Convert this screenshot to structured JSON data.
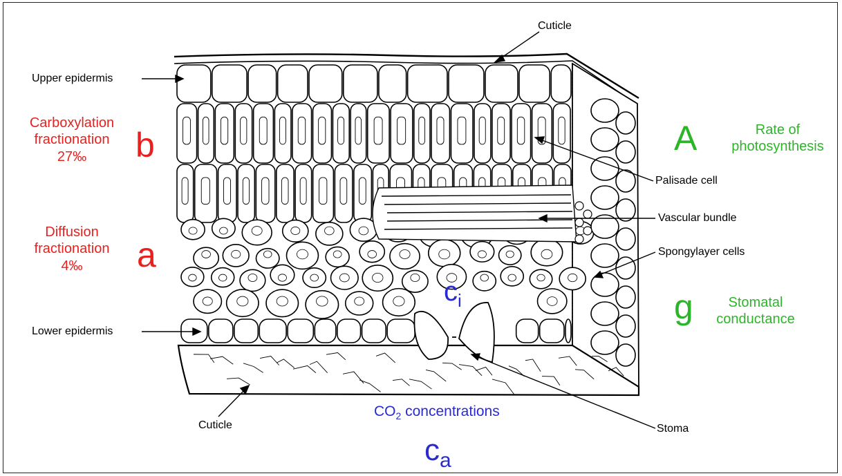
{
  "labels": {
    "cuticle_top": "Cuticle",
    "upper_epidermis": "Upper epidermis",
    "lower_epidermis": "Lower epidermis",
    "cuticle_bottom": "Cuticle",
    "palisade_cell": "Palisade cell",
    "vascular_bundle": "Vascular bundle",
    "spongy_layer_cells": "Spongylayer cells",
    "stoma": "Stoma"
  },
  "carboxylation": {
    "line1": "Carboxylation",
    "line2": "fractionation",
    "value": "27‰",
    "symbol": "b"
  },
  "diffusion": {
    "line1": "Diffusion",
    "line2": "fractionation",
    "value": "4‰",
    "symbol": "a"
  },
  "photosynthesis": {
    "symbol": "A",
    "line1": "Rate of",
    "line2": "photosynthesis"
  },
  "conductance": {
    "symbol": "g",
    "line1": "Stomatal",
    "line2": "conductance"
  },
  "co2": {
    "prefix": "CO",
    "subscript": "2",
    "suffix": " concentrations"
  },
  "ci": {
    "base": "c",
    "sub": "i"
  },
  "ca": {
    "base": "c",
    "sub": "a"
  },
  "colors": {
    "red": "#e8211f",
    "green": "#2db52a",
    "blue": "#2a2ad0",
    "ink": "#000000"
  }
}
